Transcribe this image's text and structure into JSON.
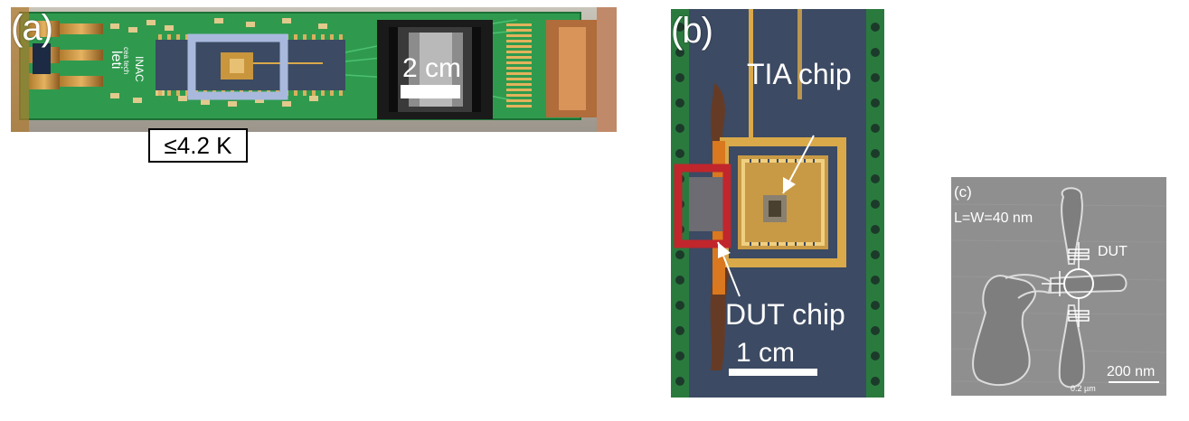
{
  "panel_a": {
    "label": "(a)",
    "scalebar_label": "2 cm",
    "temperature_label": "≤4.2 K",
    "board_text": [
      "leti",
      "INAC",
      "cea tech"
    ]
  },
  "panel_b": {
    "label": "(b)",
    "tia_label": "TIA chip",
    "dut_label": "DUT chip",
    "scalebar_label": "1 cm"
  },
  "panel_c": {
    "label": "(c)",
    "dims_label": "L=W=40 nm",
    "dut_label": "DUT",
    "scalebar_label": "200 nm",
    "small_scale_label": "0.2 µm"
  },
  "colors": {
    "pcb_green": "#2f9a4e",
    "chip_package": "#3c4a63",
    "highlight_box": "#a9b9dd",
    "dut_box": "#c0262c",
    "gold": "#d9a94a",
    "sem_gray": "#8f8f8f"
  }
}
